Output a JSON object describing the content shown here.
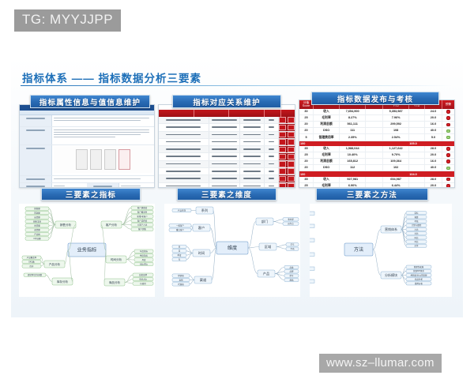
{
  "watermarks": {
    "top": "TG: MYYJJPP",
    "bottom": "www.sz–llumar.com"
  },
  "slide": {
    "title": "指标体系 —— 指标数据分析三要素",
    "accent_color": "#1d6fb8",
    "banner_color": "#2a6cb5",
    "table_red": "#cf1d22"
  },
  "banners": {
    "attr": "指标属性信息与值信息维护",
    "relation": "指标对应关系维护",
    "publish": "指标数据发布与考核",
    "mm_kpi": "三要素之指标",
    "mm_dim": "三要素之维度",
    "mm_method": "三要素之方法"
  },
  "kpi_table": {
    "headers": [
      "分值\nScore",
      "KPI",
      "2017 A",
      "2018 B",
      "2018 B\nYTD",
      "2018 A\nYTD",
      "完成进度(A/B)\nGrade",
      "2018年预算\n完成进度\n预警"
    ],
    "groups": [
      {
        "rows": [
          {
            "score": "30",
            "kpi": "收入",
            "a2017": "7,654,900",
            "b2018": "",
            "bytd": "5,353,987",
            "aytd": "",
            "grade": "24.0",
            "status": "red"
          },
          {
            "score": "25",
            "kpi": "毛利率",
            "a2017": "8.27%",
            "b2018": "",
            "bytd": "7.96%",
            "aytd": "",
            "grade": "20.0",
            "status": "red"
          },
          {
            "score": "20",
            "kpi": "利润总额",
            "a2017": "561,111",
            "b2018": "",
            "bytd": "299,592",
            "aytd": "",
            "grade": "16.0",
            "status": "red"
          },
          {
            "score": "20",
            "kpi": "DSO",
            "a2017": "111",
            "b2018": "",
            "bytd": "108",
            "aytd": "",
            "grade": "40.0",
            "status": "green"
          },
          {
            "score": "5",
            "kpi": "管理费用率",
            "a2017": "2.35%",
            "b2018": "",
            "bytd": "2.54%",
            "aytd": "",
            "grade": "5.0",
            "status": "green"
          }
        ],
        "total_label": "100",
        "total_value": "105.0"
      },
      {
        "rows": [
          {
            "score": "35",
            "kpi": "收入",
            "a2017": "1,588,044",
            "b2018": "",
            "bytd": "1,127,642",
            "aytd": "",
            "grade": "28.0",
            "status": "red"
          },
          {
            "score": "25",
            "kpi": "毛利率",
            "a2017": "10.40%",
            "b2018": "",
            "bytd": "9.70%",
            "aytd": "",
            "grade": "20.0",
            "status": "red"
          },
          {
            "score": "20",
            "kpi": "利润总额",
            "a2017": "165,812",
            "b2018": "",
            "bytd": "109,364",
            "aytd": "",
            "grade": "16.0",
            "status": "red"
          },
          {
            "score": "20",
            "kpi": "DSO",
            "a2017": "112",
            "b2018": "",
            "bytd": "102",
            "aytd": "",
            "grade": "40.0",
            "status": "green"
          }
        ],
        "total_label": "100",
        "total_value": "104.0"
      },
      {
        "rows": [
          {
            "score": "35",
            "kpi": "收入",
            "a2017": "927,981",
            "b2018": "",
            "bytd": "654,987",
            "aytd": "",
            "grade": "28.0",
            "status": "red"
          },
          {
            "score": "25",
            "kpi": "毛利率",
            "a2017": "6.90%",
            "b2018": "",
            "bytd": "6.44%",
            "aytd": "",
            "grade": "20.0",
            "status": "red"
          }
        ],
        "total_label": "",
        "total_value": ""
      }
    ]
  },
  "relation_table": {
    "headers": [
      "事业部/运作点名称",
      "事业部/运作点ID",
      "科目名称",
      "科目ID",
      "增/删除"
    ],
    "rows": [
      {
        "c0": "A 公司",
        "c1": "101101.201",
        "c2": "销售额",
        "c3": "B1"
      },
      {
        "c0": "A 公司",
        "c1": "101101.201",
        "c2": "利润总额",
        "c3": "G1"
      },
      {
        "c0": "A 公司",
        "c1": "101101.201",
        "c2": "应收账款",
        "c3": "Z1"
      },
      {
        "c0": "伊梅森",
        "c1": "101101.202",
        "c2": "销售额",
        "c3": "B1"
      },
      {
        "c0": "伊梅森",
        "c1": "101101.202",
        "c2": "利润总额",
        "c3": "G1"
      },
      {
        "c0": "伊梅森",
        "c1": "101101.202",
        "c2": "应收账款",
        "c3": "Z1"
      },
      {
        "c0": "沙湖",
        "c1": "101101.203",
        "c2": "销售额",
        "c3": "B1"
      },
      {
        "c0": "沙湖",
        "c1": "101101.203",
        "c2": "利润总额",
        "c3": "G1"
      },
      {
        "c0": "沙湖",
        "c1": "101101.203",
        "c2": "应收账款",
        "c3": "Z1"
      },
      {
        "c0": "恒生",
        "c1": "101101.204",
        "c2": "销售额",
        "c3": "B1"
      },
      {
        "c0": "恒生",
        "c1": "101101.204",
        "c2": "利润总额",
        "c3": "G1"
      },
      {
        "c0": "恒生",
        "c1": "101101.204",
        "c2": "应收账款",
        "c3": "Z1"
      },
      {
        "c0": "上汽通",
        "c1": "101101.205",
        "c2": "销售额",
        "c3": "B1"
      }
    ]
  },
  "mindmap_kpi": {
    "center": "业务指标",
    "branches": [
      {
        "label": "销售分析",
        "leaves": [
          "销售额",
          "回款额",
          "出货额",
          "销售毛利",
          "出货量",
          "退货额",
          "产品线",
          "C单业额"
        ]
      },
      {
        "label": "客户分析",
        "leaves": [
          "客户满意度",
          "客户覆盖率",
          "新增/老客户",
          "客户活跃度",
          "大客户占比",
          "客户销售"
        ]
      },
      {
        "label": "时间分析",
        "leaves": [
          "年度指标",
          "季度指标",
          "月度",
          "同比环比"
        ]
      },
      {
        "label": "商品分析",
        "leaves": [
          "品类品牌",
          "市场占比",
          "价格带"
        ]
      },
      {
        "label": "产品分析",
        "leaves": [
          "产品覆盖率",
          "SKU数",
          "库存"
        ]
      },
      {
        "label": "库存分析",
        "leaves": [
          "周转率/库存天数"
        ]
      }
    ]
  },
  "mindmap_dim": {
    "center": "维度",
    "branches": [
      {
        "label": "系列",
        "leaves": [
          "产品系列"
        ]
      },
      {
        "label": "客户",
        "leaves": [
          "一般客户",
          "重点客户"
        ]
      },
      {
        "label": "时间",
        "leaves": [
          "日",
          "月",
          "季度",
          "年"
        ]
      },
      {
        "label": "渠道",
        "leaves": [
          "经销商",
          "直销",
          "代理商"
        ]
      },
      {
        "label": "部门",
        "leaves": [
          "事业部",
          "运作点"
        ]
      },
      {
        "label": "区域",
        "leaves": [
          "华东",
          "华南"
        ]
      },
      {
        "label": "产品",
        "leaves": [
          "品类",
          "品牌",
          "型号",
          "规格"
        ]
      }
    ]
  },
  "mindmap_method": {
    "center": "方法",
    "branches": [
      {
        "label": "营销体系",
        "leaves": [
          "目标",
          "预算",
          "考核",
          "计划与跟踪",
          "占比",
          "对比",
          "同比",
          "环比",
          "走势"
        ]
      },
      {
        "label": "分析模块",
        "leaves": [
          "管理驾驶舱",
          "营销KPI体系",
          "经销商/分公司管理",
          "商品分析",
          "费用分析"
        ]
      }
    ]
  }
}
